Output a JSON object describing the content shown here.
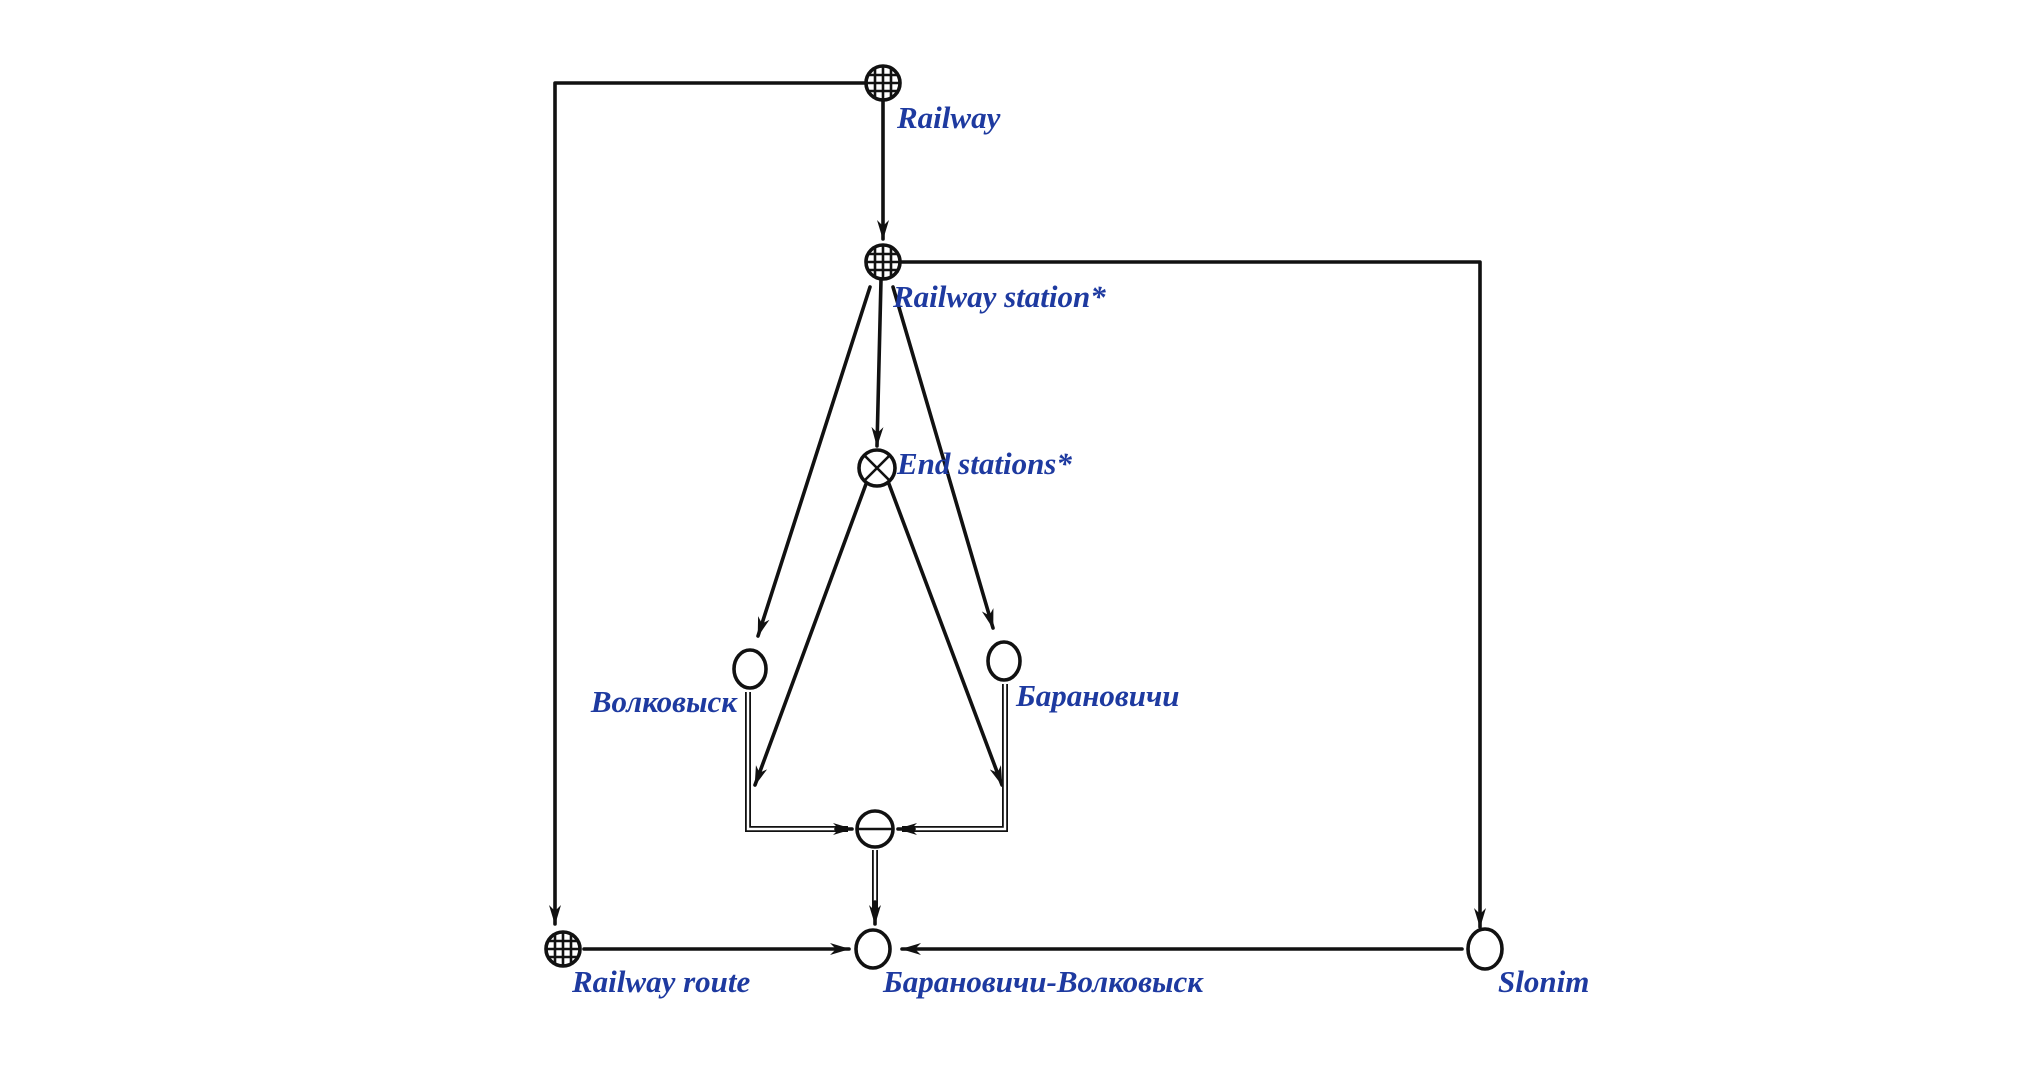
{
  "colors": {
    "label": "#1e3aa0",
    "line": "#111111"
  },
  "nodes": [
    {
      "id": "railway",
      "label": "Railway",
      "kind": "class"
    },
    {
      "id": "railway_station",
      "label": "Railway station*",
      "kind": "class"
    },
    {
      "id": "end_stations",
      "label": "End stations*",
      "kind": "tuple"
    },
    {
      "id": "volkovysk",
      "label": "Волковыск",
      "kind": "node"
    },
    {
      "id": "baranovichi",
      "label": "Барановичи",
      "kind": "node"
    },
    {
      "id": "junction",
      "label": "",
      "kind": "minus"
    },
    {
      "id": "railway_route",
      "label": "Railway route",
      "kind": "class"
    },
    {
      "id": "route_bv",
      "label": "Барановичи-Волковыск",
      "kind": "node"
    },
    {
      "id": "slonim",
      "label": "Slonim",
      "kind": "node"
    }
  ]
}
